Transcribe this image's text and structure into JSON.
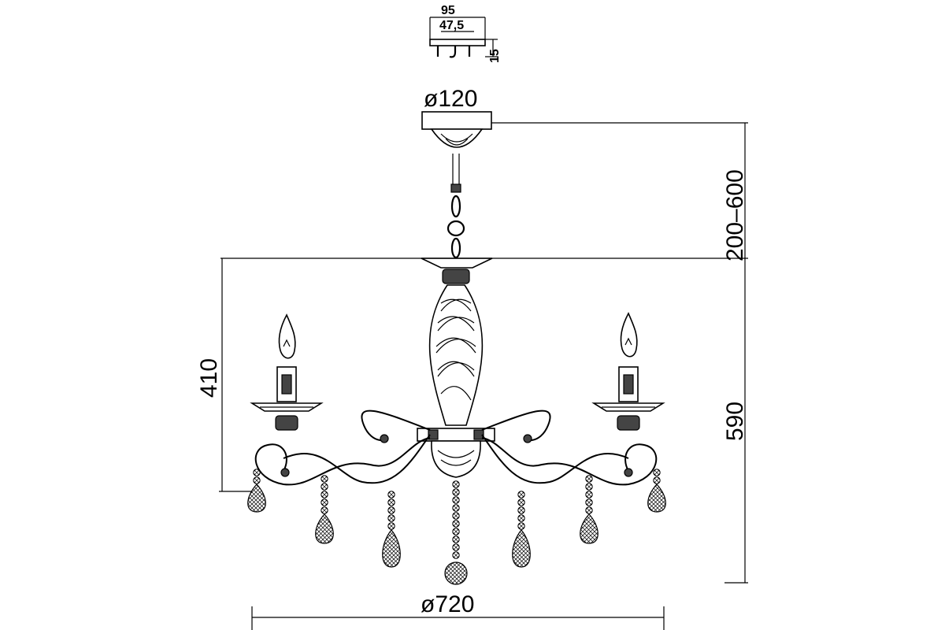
{
  "dimensions": {
    "mount_width": "95",
    "mount_inner_width": "47,5",
    "mount_height": "15",
    "canopy_diameter": "ø120",
    "chain_length": "200–600",
    "body_height": "410",
    "total_height": "590",
    "overall_diameter": "ø720"
  },
  "colors": {
    "line": "#000000",
    "background": "#ffffff"
  }
}
